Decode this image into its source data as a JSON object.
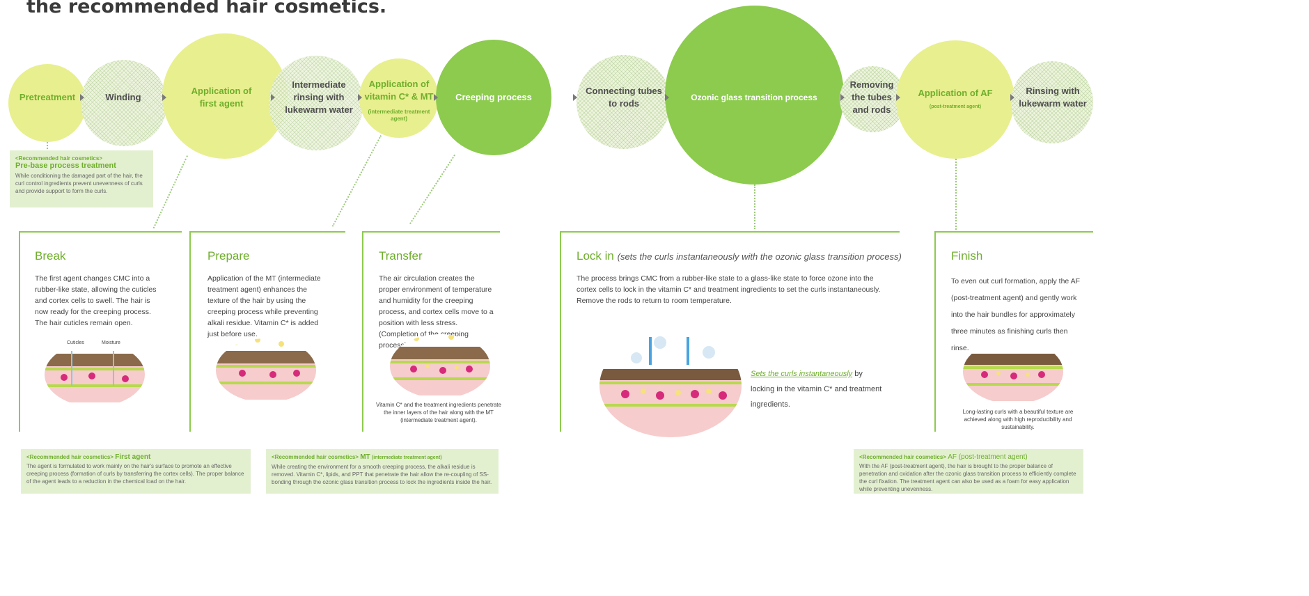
{
  "title": "the recommended hair cosmetics.",
  "steps": {
    "pretreatment": "Pretreatment",
    "winding": "Winding",
    "first_agent": "Application of first agent",
    "intermediate_rinse": "Intermediate rinsing with lukewarm water",
    "vitc_mt": "Application of vitamin C* & MT",
    "vitc_mt_sub": "(intermediate treatment agent)",
    "creeping": "Creeping process",
    "connecting": "Connecting tubes to rods",
    "ozonic": "Ozonic glass transition process",
    "removing": "Removing the tubes and rods",
    "af": "Application of AF",
    "af_sub": "(post-treatment agent)",
    "rinse": "Rinsing with lukewarm water"
  },
  "rec_pretreatment": {
    "header": "<Recommended hair cosmetics>",
    "product": "Pre-base process treatment",
    "body": "While conditioning the damaged part of the hair, the curl control ingredients prevent unevenness of curls and provide support to form the curls."
  },
  "break": {
    "title": "Break",
    "body": "The first agent changes CMC into a rubber-like state, allowing the cuticles and cortex cells to swell. The hair is now ready for the creeping process. The hair cuticles remain open.",
    "label_cuticles": "Cuticles",
    "label_moisture": "Moisture"
  },
  "prepare": {
    "title": "Prepare",
    "body": "Application of the MT (intermediate treatment agent) enhances the texture of the hair by using the creeping process while preventing alkali residue. Vitamin C* is added just before use."
  },
  "transfer": {
    "title": "Transfer",
    "body": "The air circulation creates the proper environment of temperature and humidity for the creeping process, and cortex cells move to a position with less stress. (Completion of the creeping process)",
    "caption": "Vitamin C* and the treatment ingredients penetrate the inner layers of the hair along with the MT (intermediate treatment agent)."
  },
  "lockin": {
    "title": "Lock in",
    "title_note": "(sets the curls instantaneously with the ozonic glass transition process)",
    "body": "The process brings CMC from a rubber-like state to a glass-like state to force ozone into the cortex cells to lock in the vitamin C* and treatment ingredients to set the curls instantaneously. Remove the rods to return to room temperature.",
    "caption_em": "Sets the curls instantaneously",
    "caption_rest": "by locking in the vitamin C* and treatment ingredients."
  },
  "finish": {
    "title": "Finish",
    "body": "To even out curl formation, apply the AF (post-treatment agent) and gently work into the hair bundles for approximately three minutes as finishing curls then rinse.",
    "caption": "Long-lasting curls with a beautiful texture are achieved along with high reproducibility and sustainability."
  },
  "rec_first": {
    "header": "<Recommended hair cosmetics>",
    "product": "First agent",
    "body": "The agent is formulated to work mainly on the hair's surface to promote an effective creeping process (formation of curls by transferring the cortex cells). The proper balance of the agent leads to a reduction in the chemical load on the hair."
  },
  "rec_mt": {
    "header": "<Recommended hair cosmetics>",
    "product": "MT",
    "product_sub": "(intermediate treatment agent)",
    "body": "While creating the environment for a smooth creeping process, the alkali residue is removed. Vitamin C*, lipids, and PPT that penetrate the hair allow the re-coupling of SS-bonding through the ozonic glass transition process to lock the ingredients inside the hair."
  },
  "rec_af": {
    "header": "<Recommended hair cosmetics>",
    "product": "AF (post-treatment agent)",
    "body": "With the AF (post-treatment agent), the hair is brought to the proper balance of penetration and oxidation after the ozonic glass transition process to efficiently complete the curl fixation. The treatment agent can also be used as a foam for easy application while preventing unevenness."
  },
  "colors": {
    "green": "#8ccb4e",
    "yellow": "#e8ef8e",
    "label_green": "#6fae2c"
  }
}
